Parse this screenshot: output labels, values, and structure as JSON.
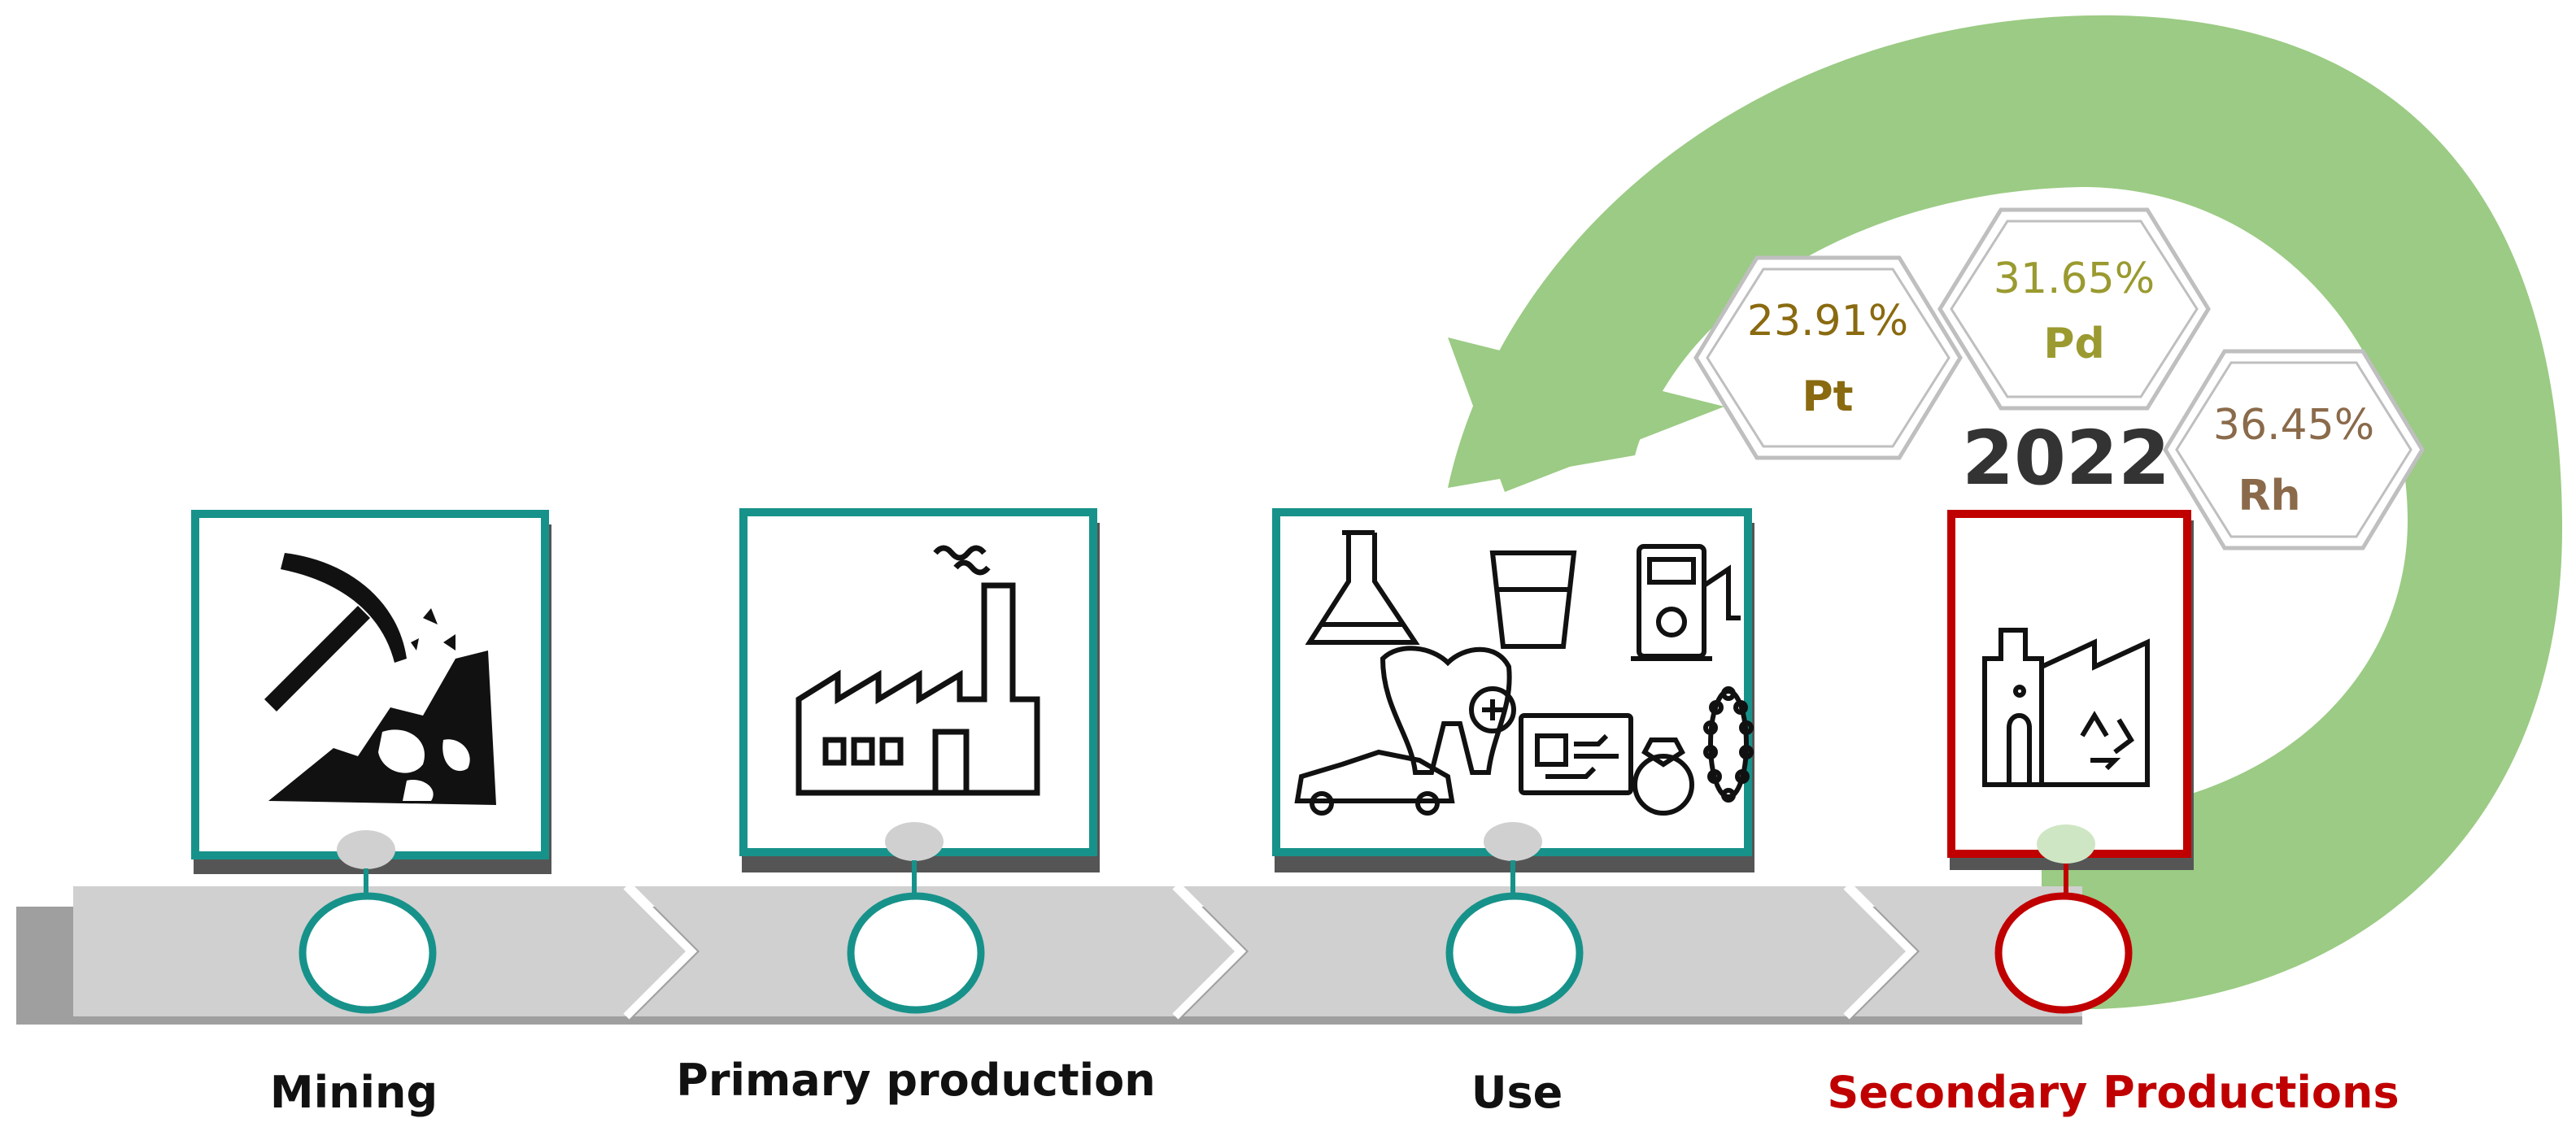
{
  "stages": [
    {
      "label": "Mining",
      "icon": "pickaxe-rock-icon"
    },
    {
      "label": "Primary production",
      "icon": "factory-icon"
    },
    {
      "label": "Use",
      "icon": "applications-collage-icon"
    },
    {
      "label": "Secondary Productions",
      "icon": "recycling-plant-icon"
    }
  ],
  "year": "2022",
  "recycling_shares": [
    {
      "percent": "23.91%",
      "element": "Pt"
    },
    {
      "percent": "31.65%",
      "element": "Pd"
    },
    {
      "percent": "36.45%",
      "element": "Rh"
    }
  ],
  "colors": {
    "teal": "#17928a",
    "red": "#c00000",
    "green_arrow": "#9bcb84",
    "band": "#d0d0d0",
    "band_shadow": "#8e8e8e",
    "pt_text": "#8a6a10",
    "pd_text": "#9a9a30",
    "rh_text": "#8a6a4a",
    "secondary_label": "#c00000"
  }
}
